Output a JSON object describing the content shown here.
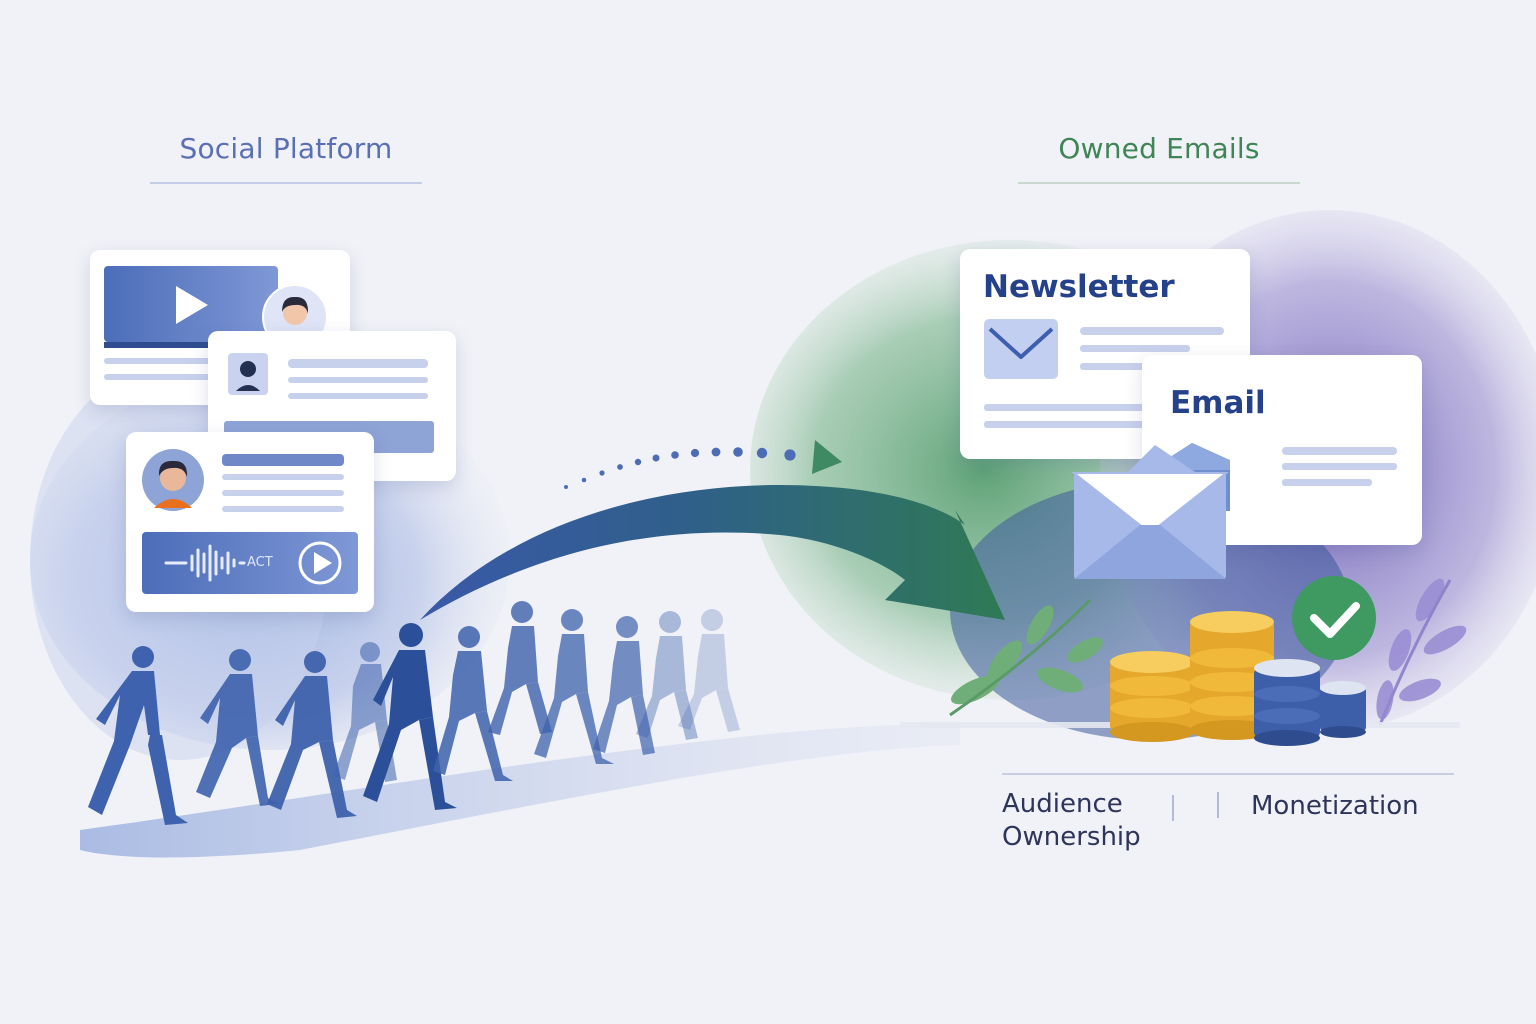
{
  "left": {
    "heading": "Social Platform",
    "audio_label": "ACT"
  },
  "right": {
    "heading": "Owned Emails",
    "newsletter_title": "Newsletter",
    "email_title": "Email"
  },
  "bottom": {
    "audience_line1": "Audience",
    "audience_line2": "Ownership",
    "monetization": "Monetization"
  },
  "icons": [
    "play-icon",
    "avatar-icon",
    "envelope-icon",
    "coins-icon",
    "check-icon",
    "arrow-icon",
    "people-icon",
    "leaf-icon",
    "waveform-icon"
  ],
  "colors": {
    "social_blue": "#5a70b4",
    "owned_green": "#3f8556",
    "title_navy": "#24418a",
    "card_blue": "#5c7cc2",
    "coin_gold": "#f0b93a",
    "check_green": "#3f9a62",
    "purple": "#7d6fbf"
  }
}
